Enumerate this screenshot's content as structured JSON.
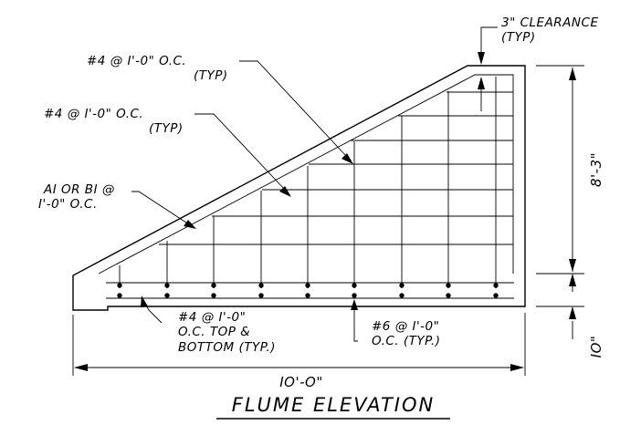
{
  "labels": {
    "clearance_line1": "3\" CLEARANCE",
    "clearance_line2": "(TYP)",
    "upper_bar_line1": "#4 @ I'-0\" O.C.",
    "upper_bar_line2": "(TYP)",
    "middle_bar_line1": "#4 @ I'-0\" O.C.",
    "middle_bar_line2": "(TYP)",
    "ai_bi_line1": "AI OR BI @",
    "ai_bi_line2": "I'-0\" O.C.",
    "top_bottom_line1": "#4 @ I'-0\"",
    "top_bottom_line2": "O.C. TOP &",
    "top_bottom_line3": "BOTTOM (TYP.)",
    "no6_line1": "#6 @ I'-0\"",
    "no6_line2": "O.C. (TYP.)"
  },
  "dimensions": {
    "height": "8'-3\"",
    "slab": "IO\"",
    "width": "IO'-O\""
  },
  "title": "FLUME ELEVATION"
}
